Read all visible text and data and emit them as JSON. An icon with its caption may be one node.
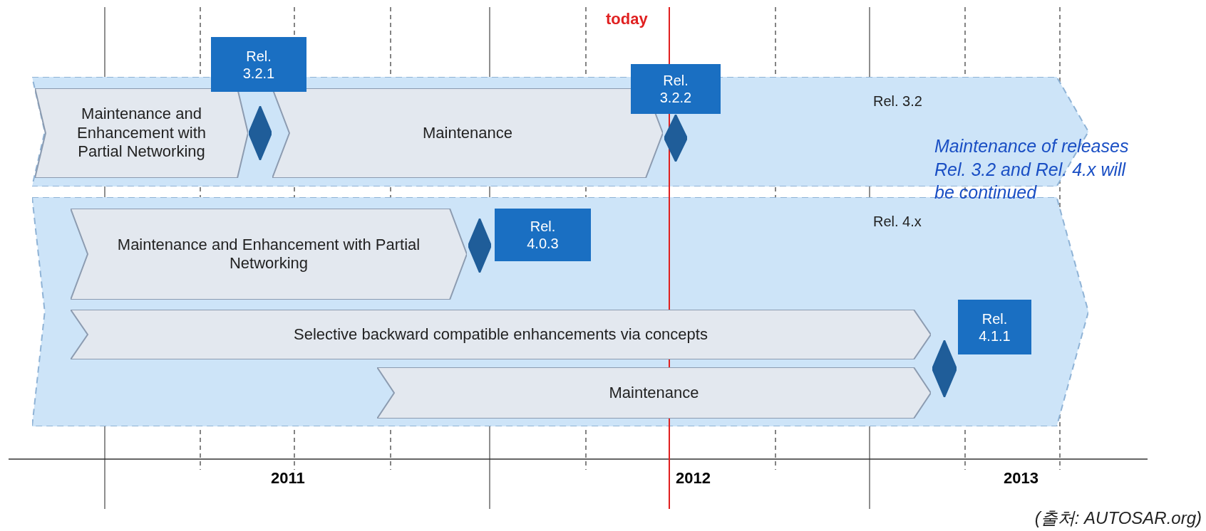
{
  "diagram": {
    "caption": "(출처: AUTOSAR.org)",
    "nodes": [
      {
        "text": [
          "Rel. 3.2"
        ]
      },
      {
        "text": [
          "Maintenance and Enhancement with Partial Networking"
        ],
        "in": 0
      },
      {
        "text": [],
        "shape": "diamond",
        "in": 0
      },
      {
        "text": [
          "Maintenance"
        ],
        "in": 0
      },
      {
        "text": [],
        "shape": "diamond",
        "in": 0
      },
      {
        "text": [
          "Rel. 3.2.1"
        ]
      },
      {
        "text": [
          "Rel. 3.2.2"
        ]
      },
      {
        "text": [
          "Rel. 4.x"
        ]
      },
      {
        "text": [
          "Maintenance and Enhancement with Partial Networking"
        ],
        "in": 7
      },
      {
        "text": [],
        "shape": "diamond",
        "in": 7
      },
      {
        "text": [
          "Rel. 4.0.3"
        ],
        "in": 7
      },
      {
        "text": [
          "Selective backward compatible enhancements via concepts"
        ],
        "in": 7
      },
      {
        "text": [],
        "shape": "diamond",
        "in": 7
      },
      {
        "text": [
          "Rel. 4.1.1"
        ],
        "in": 7
      },
      {
        "text": [
          "Maintenance"
        ],
        "in": 7
      }
    ],
    "edges": [],
    "labels": [
      "today",
      "Maintenance of releases Rel. 3.2 and Rel. 4.x will be continued",
      "2011",
      "2012",
      "2013"
    ]
  }
}
